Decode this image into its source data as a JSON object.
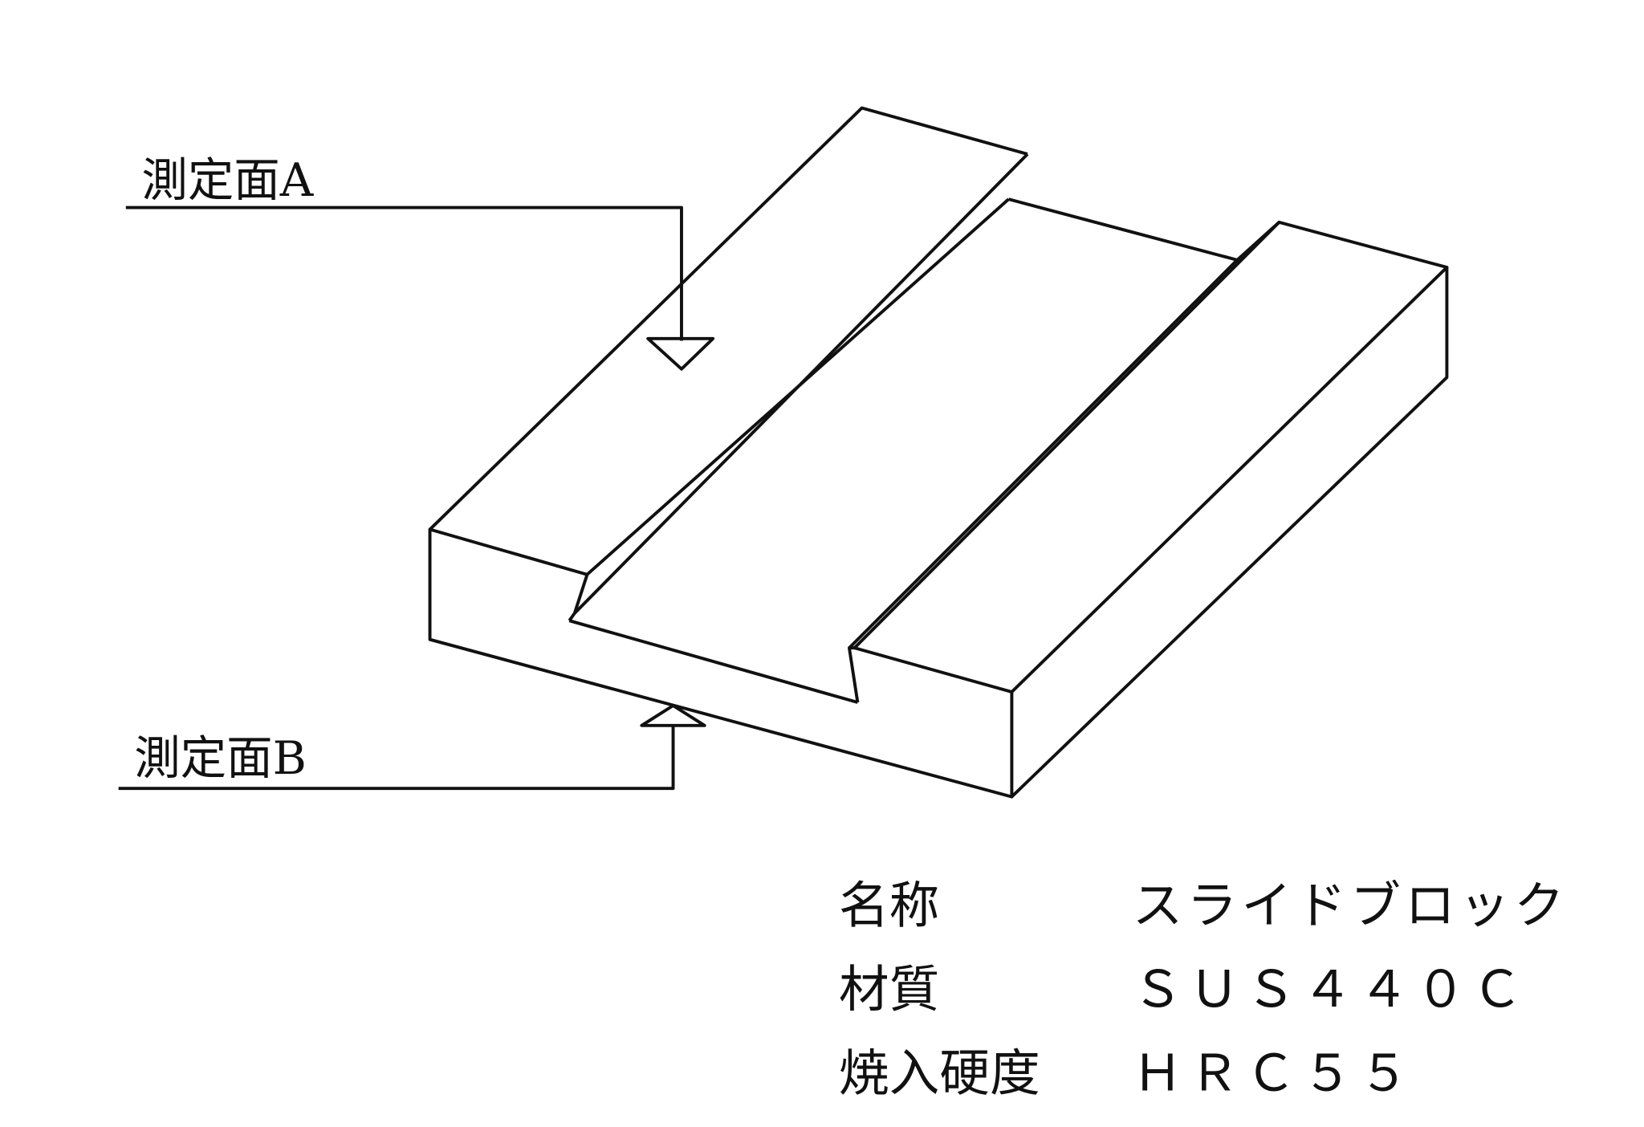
{
  "callouts": {
    "surface_a": "測定面A",
    "surface_b": "測定面B"
  },
  "spec": {
    "rows": [
      {
        "label": "名称",
        "value": "スライドブロック"
      },
      {
        "label": "材質",
        "value": "ＳＵＳ４４０Ｃ"
      },
      {
        "label": "焼入硬度",
        "value": "ＨＲＣ５５"
      }
    ]
  }
}
